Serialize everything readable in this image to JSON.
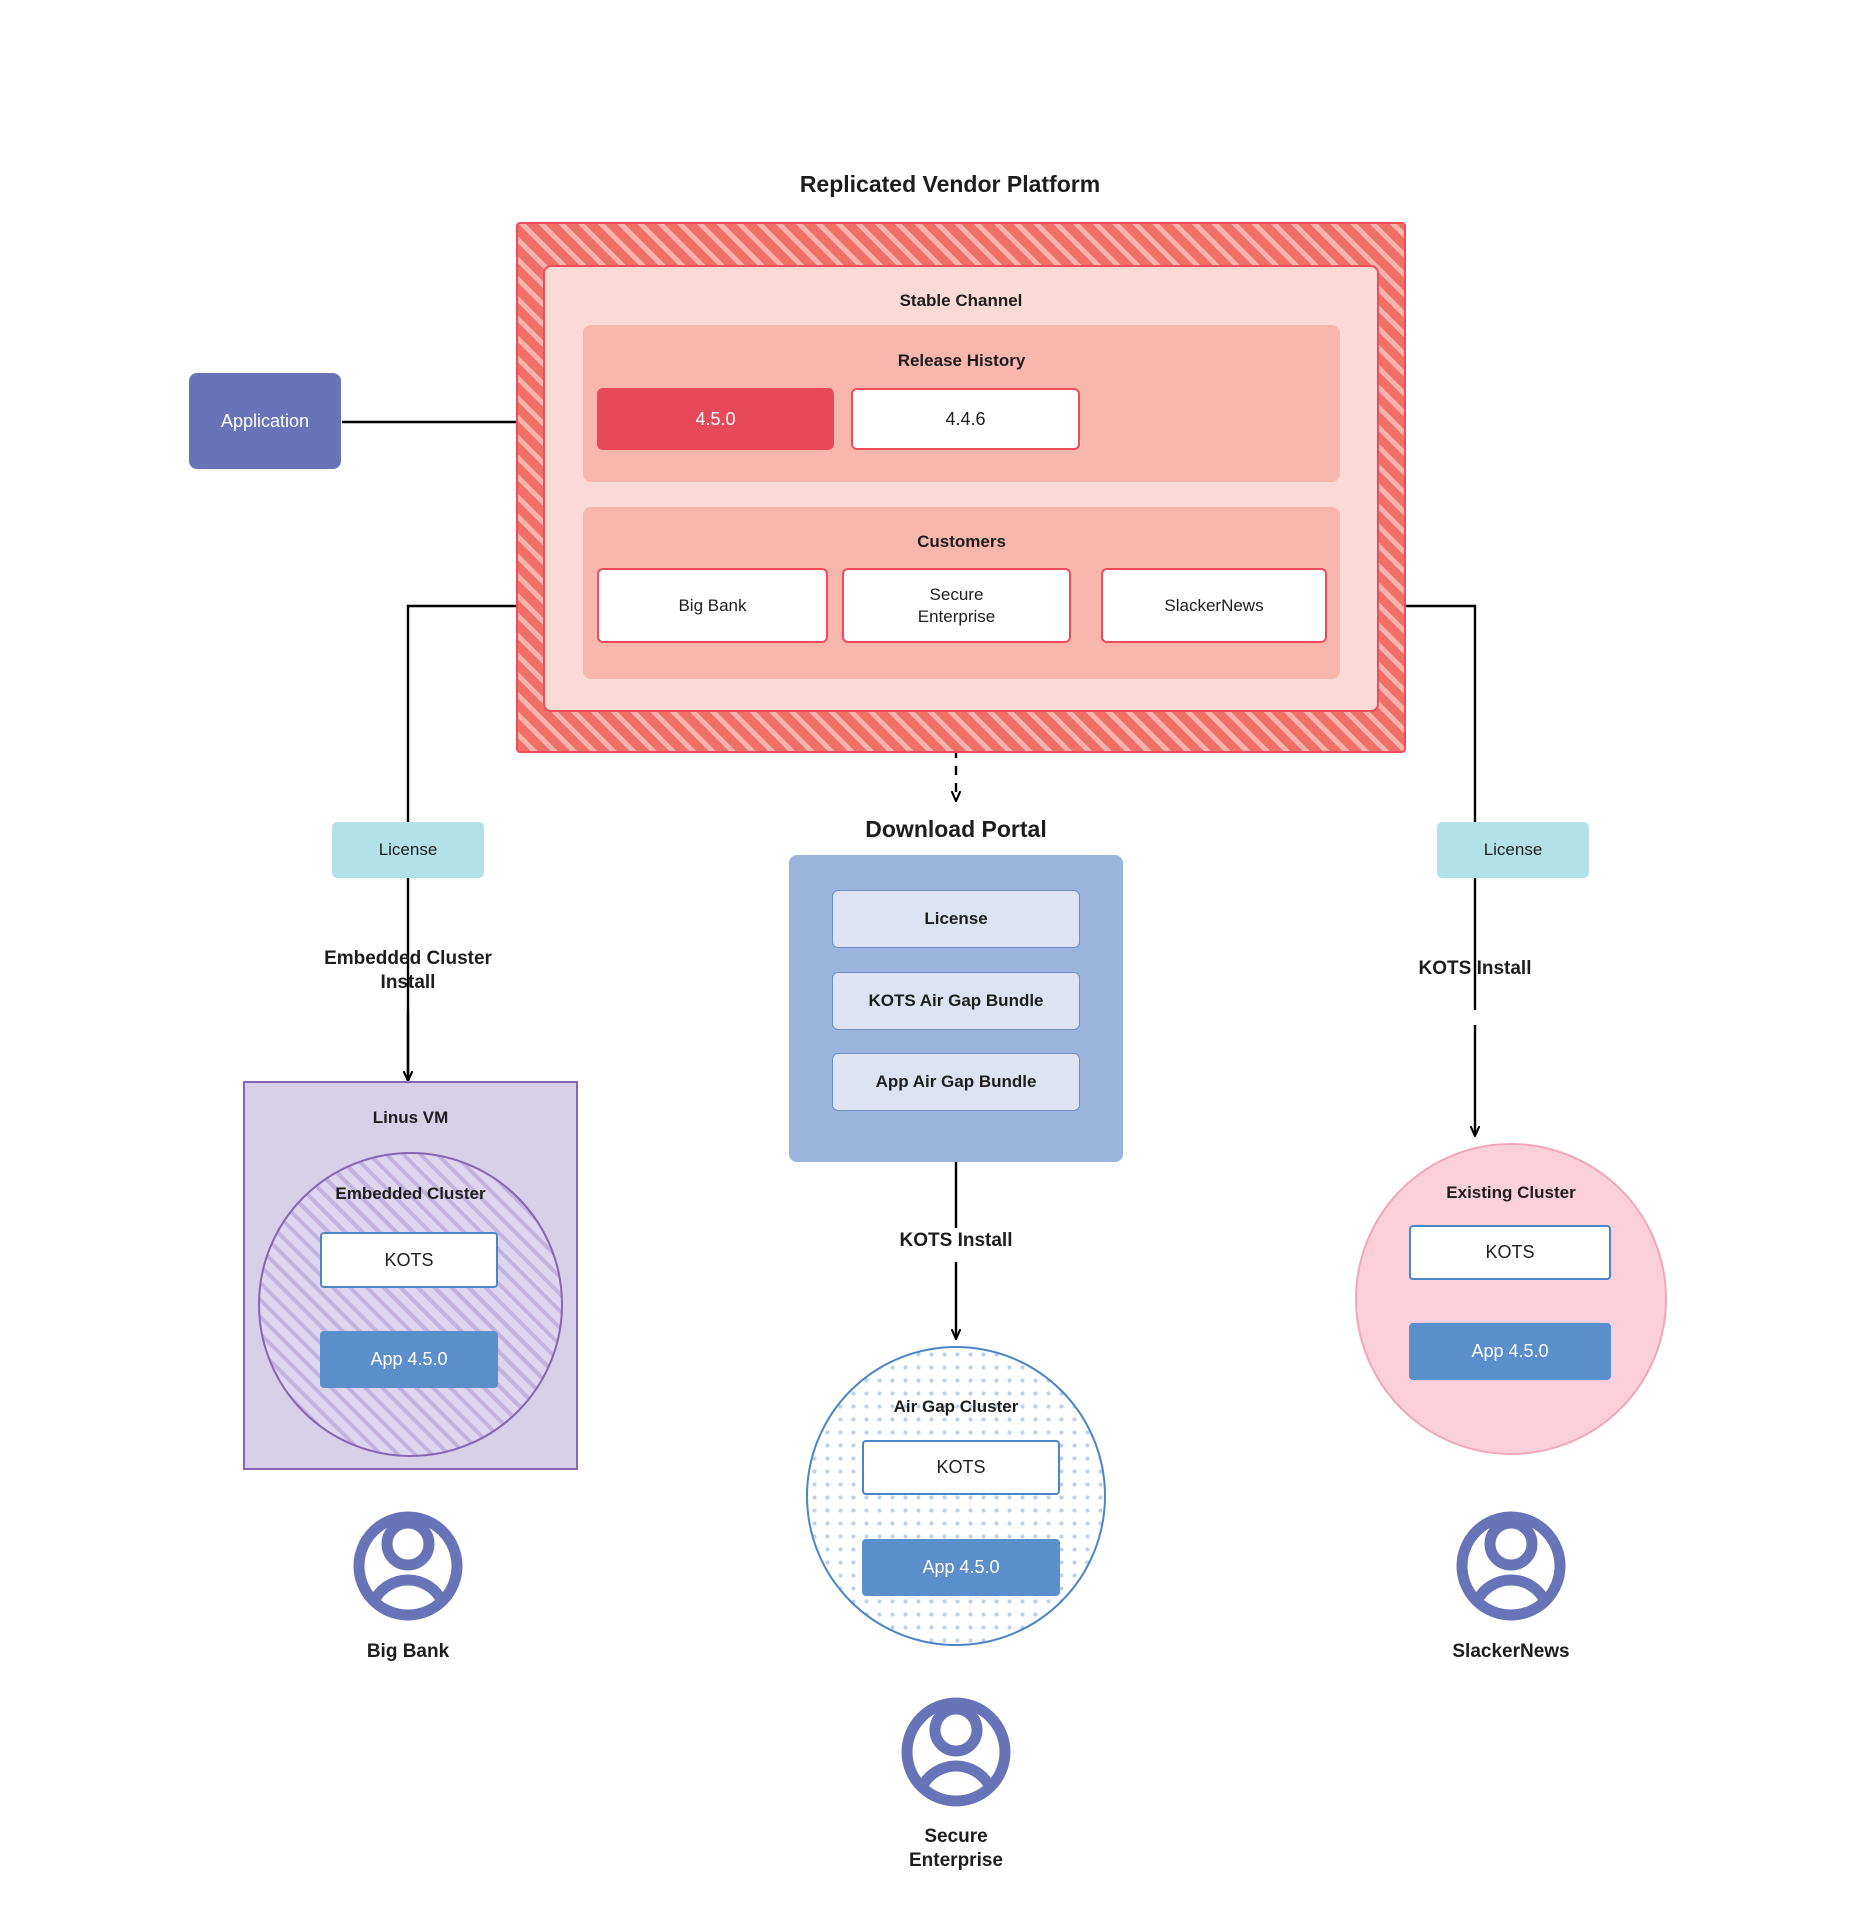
{
  "diagram": {
    "title": "Replicated Vendor Platform"
  },
  "platform": {
    "title": "Replicated Vendor Platform",
    "channel": {
      "label": "Stable Channel",
      "release_history": {
        "label": "Release History",
        "releases": [
          {
            "version": "4.5.0",
            "state": "current"
          },
          {
            "version": "4.4.6",
            "state": "previous"
          }
        ]
      },
      "customers_panel": {
        "label": "Customers",
        "customers": [
          {
            "name": "Big Bank"
          },
          {
            "name": "Secure\nEnterprise"
          },
          {
            "name": "SlackerNews"
          }
        ]
      }
    }
  },
  "application": {
    "label": "Application"
  },
  "columns": {
    "left": {
      "license_label": "License",
      "install_label": "Embedded Cluster\nInstall",
      "vm_label": "Linus VM",
      "cluster_label": "Embedded Cluster",
      "kots_label": "KOTS",
      "app_label": "App 4.5.0",
      "user_label": "Big Bank",
      "user_icon": "person-icon"
    },
    "middle": {
      "portal_title": "Download  Portal",
      "portal_items": [
        {
          "label": "License"
        },
        {
          "label": "KOTS Air Gap Bundle"
        },
        {
          "label": "App Air Gap Bundle"
        }
      ],
      "install_label": "KOTS Install",
      "cluster_label": "Air Gap Cluster",
      "kots_label": "KOTS",
      "app_label": "App 4.5.0",
      "user_label": "Secure\nEnterprise",
      "user_icon": "person-icon"
    },
    "right": {
      "license_label": "License",
      "install_label": "KOTS Install",
      "cluster_label": "Existing Cluster",
      "kots_label": "KOTS",
      "app_label": "App 4.5.0",
      "user_label": "SlackerNews",
      "user_icon": "person-icon"
    }
  },
  "colors": {
    "platform_hatch": "#f07067",
    "platform_border": "#ef4b5b",
    "channel_bg": "#fbd9d4",
    "panel_bg": "#f8b6ad",
    "release_current": "#e8495a",
    "application": "#6874b8",
    "license": "#b3e1ea",
    "portal": "#9bb4dd",
    "portal_item": "#dde3f3",
    "kots_border": "#4a86c5",
    "app": "#5b8fcb",
    "vm": "#d8cfe9",
    "vm_border": "#8467b0",
    "existing_cluster": "#fbd0da",
    "existing_cluster_border": "#f2a7b9",
    "connector": "#000000"
  }
}
